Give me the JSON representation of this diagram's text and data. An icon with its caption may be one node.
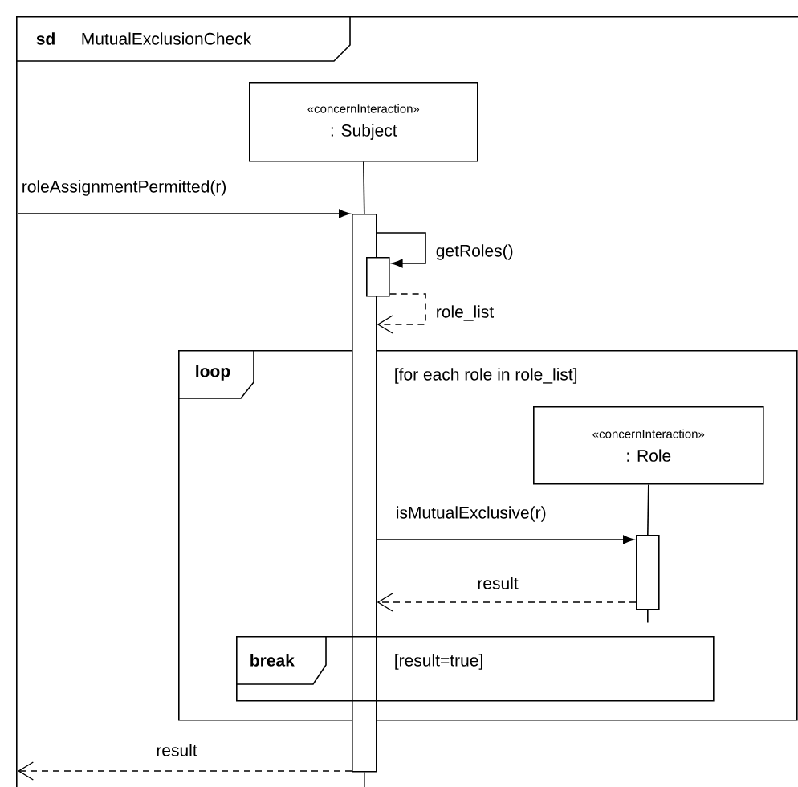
{
  "diagram": {
    "nodes": [
      {
        "text": [
          "sd",
          "MutualExclusionCheck"
        ]
      },
      {
        "text": [
          "«concernInteraction»",
          ": Subject"
        ],
        "in": 0
      },
      {
        "text": [],
        "shape": "bar",
        "in": 0
      },
      {
        "text": [],
        "shape": "bar",
        "in": 0
      },
      {
        "text": [
          "loop",
          "[for each role in role_list]"
        ],
        "in": 0
      },
      {
        "text": [
          "«concernInteraction»",
          ": Role"
        ],
        "in": 4
      },
      {
        "text": [],
        "shape": "bar",
        "in": 4
      },
      {
        "text": [
          "break",
          "[result=true]"
        ],
        "in": 4
      }
    ],
    "edges": [
      {
        "from": 1,
        "to": 2,
        "arrow": "none"
      },
      {
        "from": null,
        "to": 2,
        "arrow": "to",
        "label": "roleAssignmentPermitted(r)"
      },
      {
        "from": 2,
        "to": 3,
        "arrow": "to",
        "label": "getRoles()"
      },
      {
        "from": 3,
        "to": 2,
        "arrow": "to",
        "label": "role_list",
        "style": "dashed"
      },
      {
        "from": 5,
        "to": 6,
        "arrow": "none"
      },
      {
        "from": 2,
        "to": 6,
        "arrow": "to",
        "label": "isMutualExclusive(r)"
      },
      {
        "from": 6,
        "to": 2,
        "arrow": "to",
        "label": "result",
        "style": "dashed"
      },
      {
        "from": 2,
        "to": null,
        "arrow": "to",
        "label": "result",
        "style": "dashed"
      }
    ]
  }
}
